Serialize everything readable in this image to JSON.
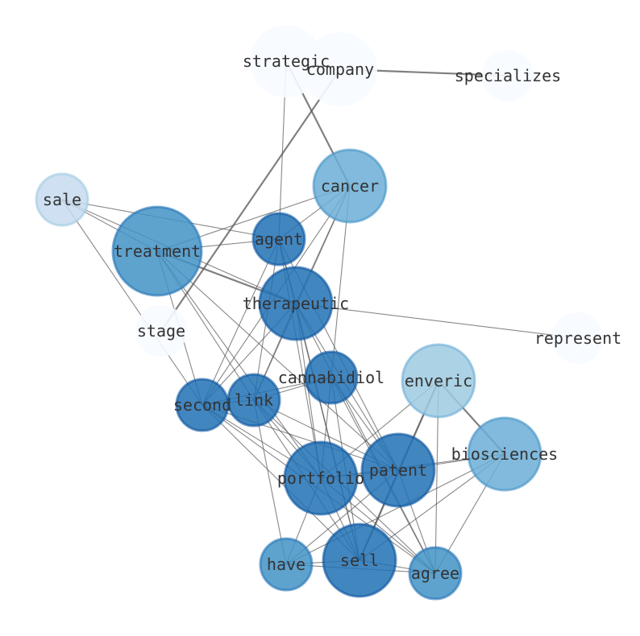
{
  "colors": {
    "edge": "#555555",
    "label": "#333333",
    "palette": [
      "#f7fbff",
      "#deebf7",
      "#c6dbef",
      "#9ecae1",
      "#6baed6",
      "#4292c6",
      "#2171b5"
    ]
  },
  "nodes": [
    {
      "id": "strategic",
      "label": "strategic",
      "level": 0
    },
    {
      "id": "company",
      "label": "company",
      "level": 0
    },
    {
      "id": "specializes",
      "label": "specializes",
      "level": 0
    },
    {
      "id": "cancer",
      "label": "cancer",
      "level": 4
    },
    {
      "id": "sale",
      "label": "sale",
      "level": 2
    },
    {
      "id": "agent",
      "label": "agent",
      "level": 6
    },
    {
      "id": "treatment",
      "label": "treatment",
      "level": 5
    },
    {
      "id": "therapeutic",
      "label": "therapeutic",
      "level": 6
    },
    {
      "id": "stage",
      "label": "stage",
      "level": 0
    },
    {
      "id": "represent",
      "label": "represent",
      "level": 0
    },
    {
      "id": "cannabidiol",
      "label": "cannabidiol",
      "level": 6
    },
    {
      "id": "enveric",
      "label": "enveric",
      "level": 3
    },
    {
      "id": "second",
      "label": "second",
      "level": 6
    },
    {
      "id": "link",
      "label": "link",
      "level": 6
    },
    {
      "id": "biosciences",
      "label": "biosciences",
      "level": 4
    },
    {
      "id": "portfolio",
      "label": "portfolio",
      "level": 6
    },
    {
      "id": "patent",
      "label": "patent",
      "level": 6
    },
    {
      "id": "have",
      "label": "have",
      "level": 5
    },
    {
      "id": "sell",
      "label": "sell",
      "level": 6
    },
    {
      "id": "agree",
      "label": "agree",
      "level": 5
    }
  ],
  "edges": [
    [
      "company",
      "specializes",
      2
    ],
    [
      "strategic",
      "cancer",
      2
    ],
    [
      "company",
      "stage",
      2
    ],
    [
      "strategic",
      "agent",
      1
    ],
    [
      "sale",
      "treatment",
      1
    ],
    [
      "sale",
      "agent",
      1
    ],
    [
      "sale",
      "therapeutic",
      1
    ],
    [
      "sale",
      "second",
      1
    ],
    [
      "cancer",
      "treatment",
      1
    ],
    [
      "cancer",
      "agent",
      1
    ],
    [
      "cancer",
      "therapeutic",
      1
    ],
    [
      "cancer",
      "cannabidiol",
      1
    ],
    [
      "cancer",
      "second",
      1
    ],
    [
      "cancer",
      "link",
      1
    ],
    [
      "treatment",
      "agent",
      1
    ],
    [
      "treatment",
      "therapeutic",
      2
    ],
    [
      "treatment",
      "second",
      1
    ],
    [
      "treatment",
      "link",
      1
    ],
    [
      "treatment",
      "portfolio",
      1
    ],
    [
      "treatment",
      "patent",
      1
    ],
    [
      "agent",
      "therapeutic",
      1
    ],
    [
      "agent",
      "second",
      1
    ],
    [
      "agent",
      "link",
      1
    ],
    [
      "agent",
      "portfolio",
      1
    ],
    [
      "agent",
      "sell",
      1
    ],
    [
      "agent",
      "patent",
      1
    ],
    [
      "therapeutic",
      "represent",
      1
    ],
    [
      "therapeutic",
      "second",
      1
    ],
    [
      "therapeutic",
      "link",
      1
    ],
    [
      "therapeutic",
      "portfolio",
      1
    ],
    [
      "therapeutic",
      "patent",
      1
    ],
    [
      "therapeutic",
      "sell",
      1
    ],
    [
      "therapeutic",
      "agree",
      1
    ],
    [
      "cannabidiol",
      "second",
      1
    ],
    [
      "cannabidiol",
      "link",
      1
    ],
    [
      "cannabidiol",
      "portfolio",
      1
    ],
    [
      "cannabidiol",
      "patent",
      1
    ],
    [
      "cannabidiol",
      "sell",
      1
    ],
    [
      "cannabidiol",
      "agree",
      1
    ],
    [
      "enveric",
      "biosciences",
      2
    ],
    [
      "enveric",
      "patent",
      1
    ],
    [
      "enveric",
      "sell",
      2
    ],
    [
      "enveric",
      "agree",
      1
    ],
    [
      "enveric",
      "portfolio",
      1
    ],
    [
      "second",
      "link",
      1
    ],
    [
      "second",
      "portfolio",
      1
    ],
    [
      "second",
      "patent",
      1
    ],
    [
      "second",
      "sell",
      1
    ],
    [
      "second",
      "agree",
      1
    ],
    [
      "link",
      "portfolio",
      1
    ],
    [
      "link",
      "patent",
      1
    ],
    [
      "link",
      "have",
      1
    ],
    [
      "link",
      "sell",
      1
    ],
    [
      "link",
      "agree",
      1
    ],
    [
      "biosciences",
      "patent",
      1
    ],
    [
      "biosciences",
      "portfolio",
      1
    ],
    [
      "biosciences",
      "have",
      1
    ],
    [
      "biosciences",
      "sell",
      1
    ],
    [
      "biosciences",
      "agree",
      1
    ],
    [
      "portfolio",
      "patent",
      1
    ],
    [
      "portfolio",
      "have",
      1
    ],
    [
      "portfolio",
      "sell",
      1
    ],
    [
      "portfolio",
      "agree",
      1
    ],
    [
      "patent",
      "have",
      1
    ],
    [
      "patent",
      "sell",
      1
    ],
    [
      "patent",
      "agree",
      1
    ],
    [
      "have",
      "sell",
      1
    ],
    [
      "have",
      "agree",
      1
    ],
    [
      "sell",
      "agree",
      1
    ]
  ]
}
